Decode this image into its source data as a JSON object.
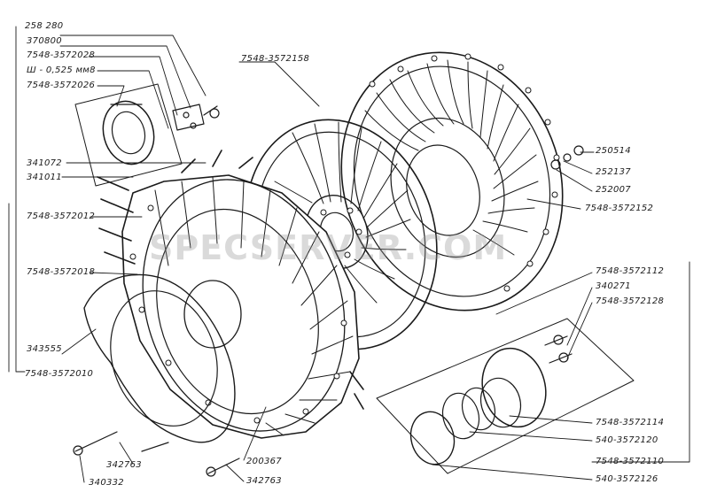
{
  "watermark": "SPECSERVER.COM",
  "labels": {
    "l_258280": "258 280",
    "l_370800": "370800",
    "l_7548_3572028": "7548-3572028",
    "l_shim": "Ш - 0,525 мм8",
    "l_7548_3572026": "7548-3572026",
    "l_7548_3572158": "7548-3572158",
    "l_341072": "341072",
    "l_341011": "341011",
    "l_7548_3572012": "7548-3572012",
    "l_7548_3572018": "7548-3572018",
    "l_343555": "343555",
    "l_7548_3572010": "7548-3572010",
    "l_250514": "250514",
    "l_252137": "252137",
    "l_252007": "252007",
    "l_7548_3572152": "7548-3572152",
    "l_7548_3572112": "7548-3572112",
    "l_340271": "340271",
    "l_7548_3572128": "7548-3572128",
    "l_7548_3572114": "7548-3572114",
    "l_540_3572120": "540-3572120",
    "l_7548_3572110": "7548-3572110",
    "l_540_3572126": "540-3572126",
    "l_200367": "200367",
    "l_342763a": "342763",
    "l_342763b": "342763",
    "l_340332": "340332"
  }
}
